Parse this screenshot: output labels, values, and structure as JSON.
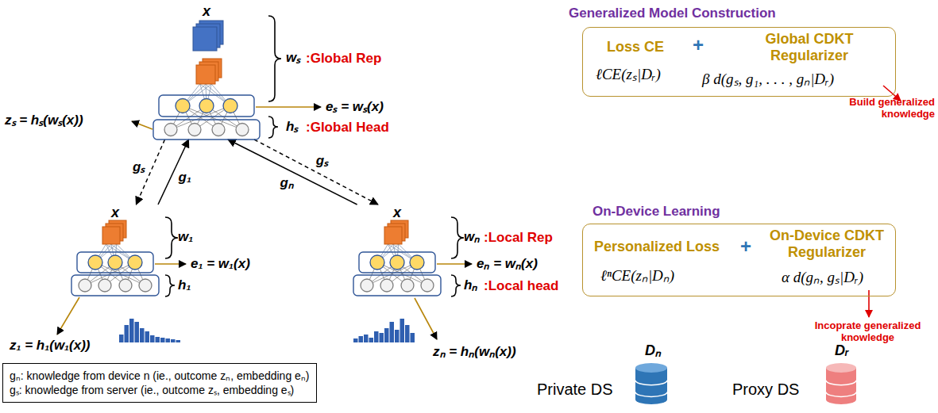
{
  "diagram": {
    "nodes": [
      {
        "text": [
          "x"
        ]
      },
      {
        "text": [
          "Generalized Model Construction",
          "Loss CE",
          "ℓCE(zₛ|Dᵣ)",
          "+",
          "Global CDKT Regularizer",
          "β d(gₛ, g₁, . . . , gₙ|Dᵣ)"
        ]
      },
      {
        "text": [
          "x"
        ]
      },
      {
        "text": [
          "x"
        ]
      },
      {
        "text": [
          "On-Device Learning",
          "Personalized Loss",
          "ℓⁿCE(zₙ|Dₙ)",
          "+",
          "On-Device CDKT Regularizer",
          "α d(gₙ, gₛ|Dᵣ)"
        ]
      },
      {
        "text": [
          "gₙ: knowledge from device n (ie., outcome zₙ, embedding eₙ)",
          "gₛ: knowledge from server (ie., outcome zₛ, embedding eₛ)"
        ]
      },
      {
        "text": [
          "Dₙ",
          "Private DS"
        ]
      },
      {
        "text": [
          "Dᵣ",
          "Proxy DS"
        ]
      }
    ],
    "edges": [
      {
        "from": 0,
        "to": 2,
        "label": "gₛ",
        "arrow": "to"
      },
      {
        "from": 2,
        "to": 0,
        "label": "g₁",
        "arrow": "to"
      },
      {
        "from": 3,
        "to": 0,
        "label": "gₙ",
        "arrow": "to"
      },
      {
        "from": 0,
        "to": 3,
        "label": "gₛ",
        "arrow": "to"
      }
    ],
    "labels": [
      "wₛ",
      ":Global Rep",
      "eₛ = wₛ(x)",
      "hₛ",
      ":Global Head",
      "zₛ = hₛ(wₛ(x))",
      "w₁",
      "e₁ = w₁(x)",
      "h₁",
      "z₁ = h₁(w₁(x))",
      "wₙ",
      ":Local Rep",
      "eₙ = wₙ(x)",
      "hₙ",
      ":Local head",
      "zₙ = hₙ(wₙ(x))",
      "Build generalized knowledge",
      "Incoprate generalized knowledge"
    ]
  }
}
